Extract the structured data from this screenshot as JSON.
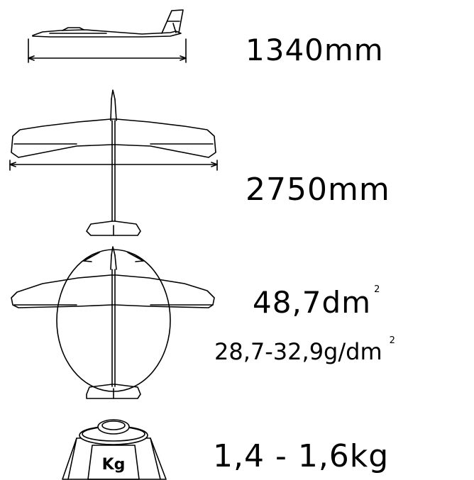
{
  "specs": {
    "length": "1340mm",
    "wingspan": "2750mm",
    "wing_area": "48,7dm",
    "wing_area_exp": "2",
    "wing_loading": "28,7-32,9g/dm",
    "wing_loading_exp": "2",
    "weight": "1,4 - 1,6kg"
  },
  "weight_icon_label": "Kg",
  "colors": {
    "line": "#000000",
    "background": "#ffffff"
  }
}
